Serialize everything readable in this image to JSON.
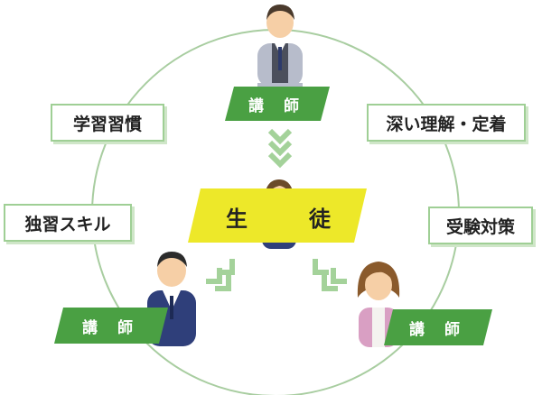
{
  "diagram": {
    "center": {
      "left_char": "生",
      "right_char": "徒"
    },
    "teachers": {
      "top": "講 師",
      "bottom_left": "講 師",
      "bottom_right": "講 師"
    },
    "skills": {
      "top_left": "学習習慣",
      "top_right": "深い理解・定着",
      "middle_left": "独習スキル",
      "middle_right": "受験対策"
    },
    "colors": {
      "ring": "#a8cda0",
      "ribbon": "#4aa043",
      "arrow": "#a4d29a",
      "center_band": "#ede829",
      "label_border": "#9fcf95"
    }
  }
}
